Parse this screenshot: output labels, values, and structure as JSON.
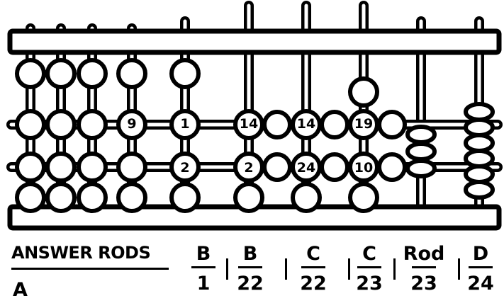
{
  "colors": {
    "ink": "#000000",
    "bead": "#ffffff"
  },
  "bead_labels": {
    "rod5_mid": "9",
    "rod6_mid": "1",
    "rod6_low": "2",
    "rod7_mid": "14",
    "rod7_low": "2",
    "rod8_mid": "14",
    "rod8_low": "24",
    "rod9_mid": "19",
    "rod9_low": "10"
  },
  "footer": {
    "answer_rods": "ANSWER RODS",
    "answer_letter": "A",
    "fractions": [
      {
        "num": "B",
        "den": "1"
      },
      {
        "num": "B",
        "den": "22"
      },
      {
        "num": "C",
        "den": "22"
      },
      {
        "num": "C",
        "den": "23"
      },
      {
        "num": "Rod",
        "den": "23"
      },
      {
        "num": "D",
        "den": "24"
      }
    ]
  }
}
